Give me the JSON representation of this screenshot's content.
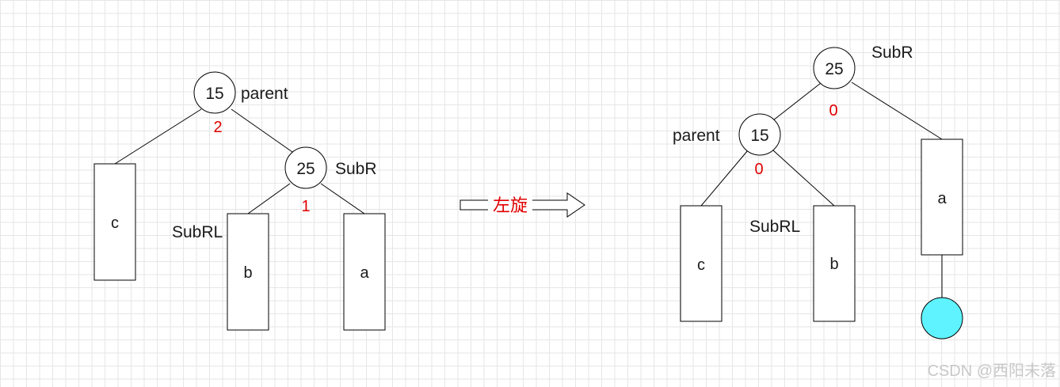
{
  "before": {
    "parent_node": {
      "value": "15",
      "name_label": "parent",
      "balance": "2"
    },
    "subr_node": {
      "value": "25",
      "name_label": "SubR",
      "balance": "1"
    },
    "subtree_c": "c",
    "subtree_b": "b",
    "subtree_a": "a",
    "subrl_label": "SubRL"
  },
  "arrow": {
    "label": "左旋"
  },
  "after": {
    "subr_node": {
      "value": "25",
      "name_label": "SubR",
      "balance": "0"
    },
    "parent_node": {
      "value": "15",
      "name_label": "parent",
      "balance": "0"
    },
    "subtree_c": "c",
    "subtree_b": "b",
    "subtree_a": "a",
    "subrl_label": "SubRL"
  },
  "colors": {
    "stroke": "#000000",
    "balance_factor": "#e00000",
    "new_node_fill": "#5ef3ff"
  },
  "watermark": "CSDN @西阳未落"
}
